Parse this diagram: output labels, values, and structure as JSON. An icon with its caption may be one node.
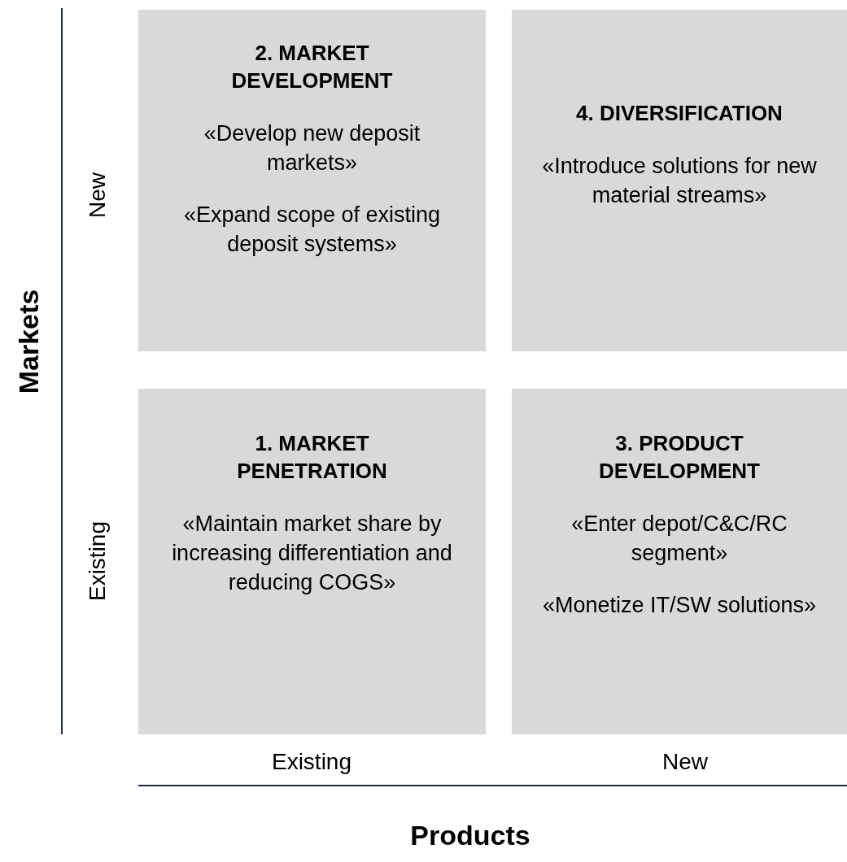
{
  "diagram": {
    "nodes": [
      {
        "text": [
          "2. MARKET DEVELOPMENT",
          "«Develop new deposit markets»",
          "«Expand scope of existing deposit systems»"
        ]
      },
      {
        "text": [
          "4. DIVERSIFICATION",
          "«Introduce solutions for new material streams»"
        ]
      },
      {
        "text": [
          "1. MARKET PENETRATION",
          "«Maintain market share by increasing differentiation and reducing COGS»"
        ]
      },
      {
        "text": [
          "3. PRODUCT DEVELOPMENT",
          "«Enter depot/C&C/RC segment»",
          "«Monetize IT/SW solutions»"
        ]
      }
    ],
    "edges": [],
    "labels": [
      "Markets",
      "New",
      "Existing",
      "Existing",
      "New",
      "Products"
    ]
  }
}
